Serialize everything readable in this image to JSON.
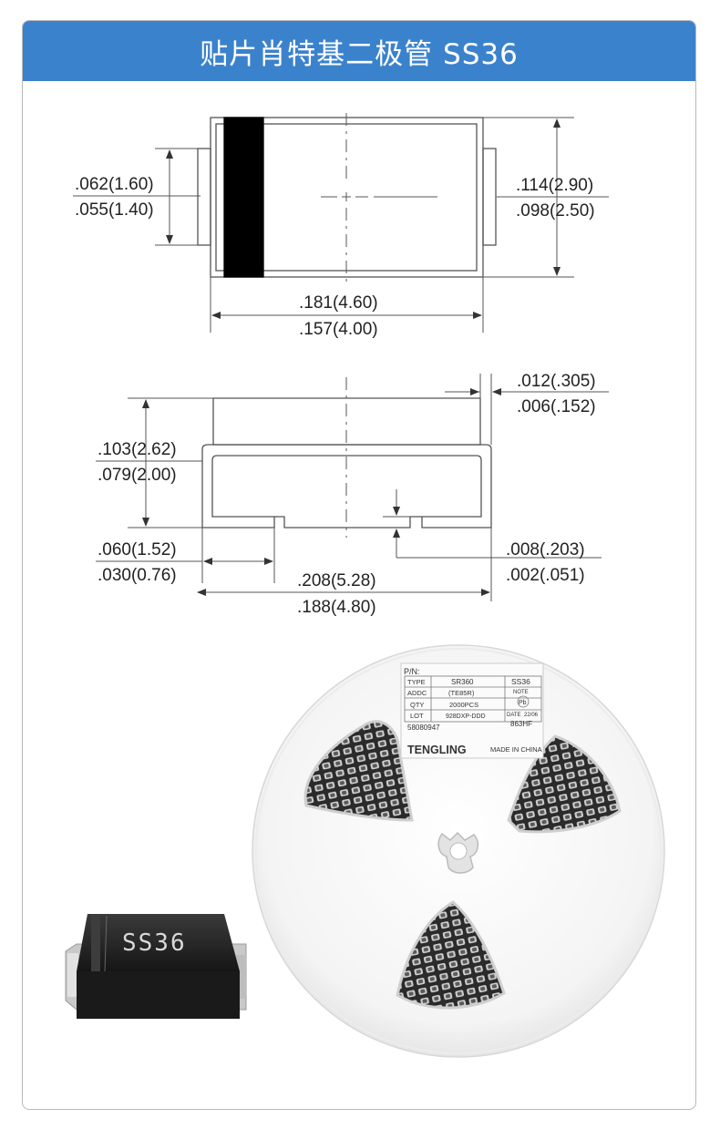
{
  "header": {
    "title": "贴片肖特基二极管 SS36"
  },
  "top_view": {
    "height_max": ".062(1.60)",
    "height_min": ".055(1.40)",
    "width_max": ".114(2.90)",
    "width_min": ".098(2.50)",
    "length_max": ".181(4.60)",
    "length_min": ".157(4.00)"
  },
  "side_view": {
    "lead_thick_max": ".012(.305)",
    "lead_thick_min": ".006(.152)",
    "height_max": ".103(2.62)",
    "height_min": ".079(2.00)",
    "foot_max": ".060(1.52)",
    "foot_min": ".030(0.76)",
    "standoff_max": ".008(.203)",
    "standoff_min": ".002(.051)",
    "overall_max": ".208(5.28)",
    "overall_min": ".188(4.80)"
  },
  "reel_label": {
    "pn": "P/N:",
    "row1_key": "TYPE",
    "row1_val": "SR360",
    "row1_tag": "SS36",
    "row2_key": "ADDC",
    "row2_val": "(TE85R)",
    "row2_tag": "NOTE",
    "row3_key": "QTY",
    "row3_val": "2000PCS",
    "row4_key": "LOT",
    "row4_val": "928DXP-DDD",
    "row4_tag_key": "DATE",
    "row4_tag_val": "22/06",
    "serial": "58080947",
    "code": "863HF",
    "brand": "TENGLING",
    "origin": "MADE IN CHINA",
    "mark": "Pb"
  },
  "component": {
    "marking": "SS36"
  },
  "colors": {
    "header_bg": "#3b82cc",
    "line": "#555555"
  }
}
